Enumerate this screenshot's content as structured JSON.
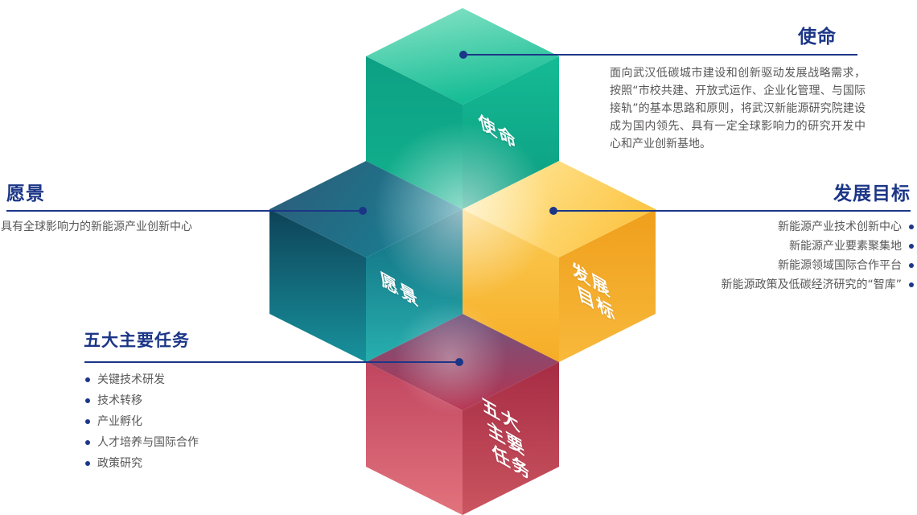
{
  "palette": {
    "heading_navy": "#1c3687",
    "callout_line_navy": "#1c3687",
    "body_gray": "#595757",
    "mission_green": "#14b392",
    "vision_teal": "#156e84",
    "goals_yellow": "#f7b733",
    "tasks_red": "#bf3750",
    "label_white": "#ffffff"
  },
  "cubes": {
    "mission": {
      "label": "使命"
    },
    "vision": {
      "label": "愿景"
    },
    "goals": {
      "label_line1": "发展",
      "label_line2": "目标"
    },
    "tasks": {
      "label_line1": "五大",
      "label_line2": "主要",
      "label_line3": "任务"
    }
  },
  "callouts": {
    "mission": {
      "title": "使命",
      "body": "面向武汉低碳城市建设和创新驱动发展战略需求，按照“市校共建、开放式运作、企业化管理、与国际接轨”的基本思路和原则，将武汉新能源研究院建设成为国内领先、具有一定全球影响力的研究开发中心和产业创新基地。"
    },
    "vision": {
      "title": "愿景",
      "body": "具有全球影响力的新能源产业创新中心"
    },
    "goals": {
      "title": "发展目标",
      "items": [
        "新能源产业技术创新中心",
        "新能源产业要素聚集地",
        "新能源领域国际合作平台",
        "新能源政策及低碳经济研究的“智库”"
      ]
    },
    "tasks": {
      "title": "五大主要任务",
      "items": [
        "关键技术研发",
        "技术转移",
        "产业孵化",
        "人才培养与国际合作",
        "政策研究"
      ]
    }
  }
}
